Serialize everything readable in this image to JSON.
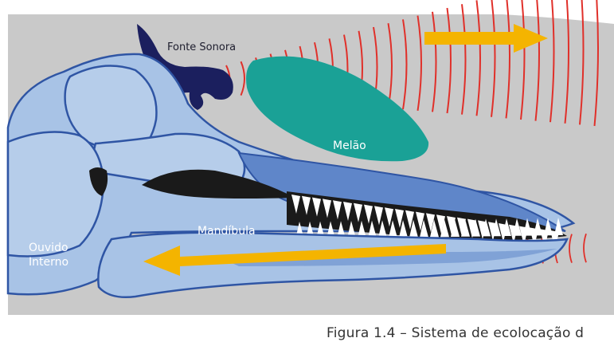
{
  "labels": {
    "sound_source": "Fonte Sonora",
    "melon": "Melão",
    "mandible": "Mandíbula",
    "inner_ear_line1": "Ouvido",
    "inner_ear_line2": "Interno"
  },
  "caption": "Figura 1.4 – Sistema de ecolocação d",
  "colors": {
    "head_background": "#c9c9c9",
    "bone_light": "#a8c3e6",
    "bone_outline": "#2f55a4",
    "sound_source": "#1b1f5e",
    "melon": "#1aa196",
    "teeth": "#ffffff",
    "jaw_dark": "#1a1a1a",
    "sound_waves": "#e0302a",
    "arrows": "#f4b400"
  }
}
